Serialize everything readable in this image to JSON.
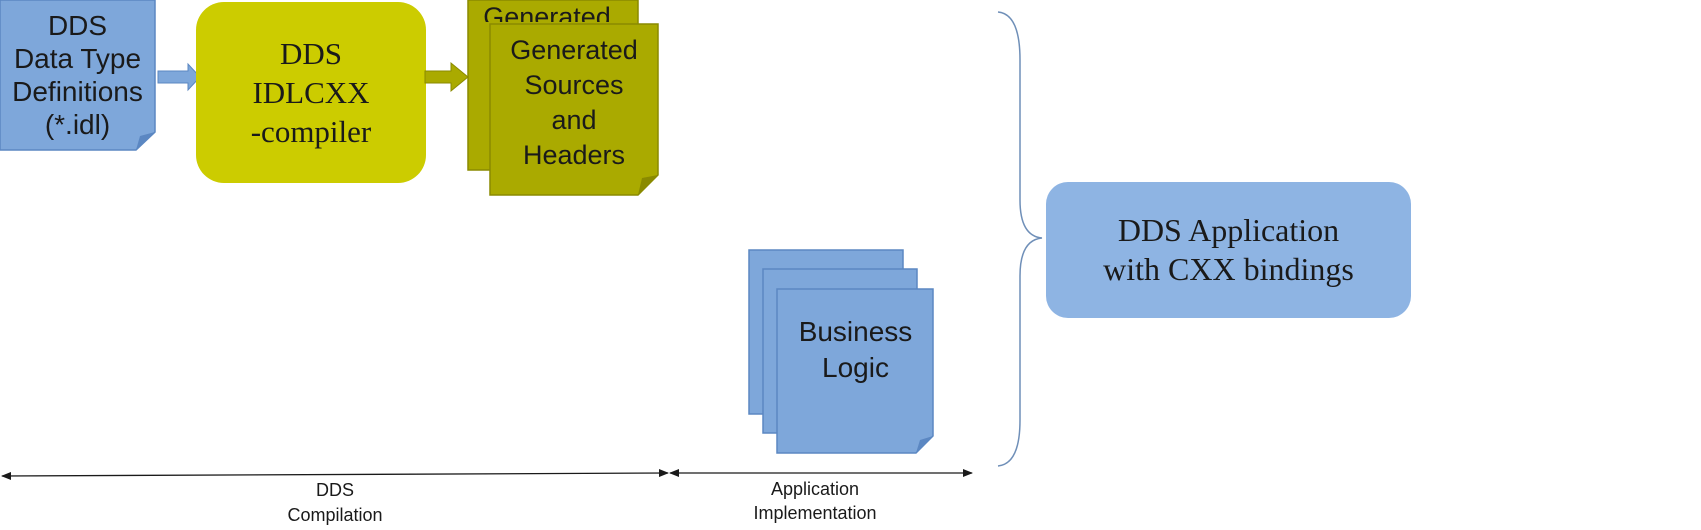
{
  "diagram": {
    "idl_definitions": {
      "lines": [
        "DDS",
        "Data Type",
        "Definitions",
        "(*.idl)"
      ]
    },
    "compiler": {
      "lines": [
        "DDS",
        "IDLCXX",
        "-compiler"
      ]
    },
    "generated_back": {
      "text": "Generated"
    },
    "generated_front": {
      "lines": [
        "Generated",
        "Sources",
        "and",
        "Headers"
      ]
    },
    "business_logic": {
      "lines": [
        "Business",
        "Logic"
      ]
    },
    "application": {
      "lines": [
        "DDS Application",
        "with CXX bindings"
      ]
    },
    "phases": {
      "compilation": [
        "DDS",
        "Compilation"
      ],
      "implementation": [
        "Application",
        "Implementation"
      ]
    },
    "colors": {
      "blue": "#7ea7da",
      "blue_dark": "#5b87c2",
      "yellow": "#cccc00",
      "olive": "#aaaa00",
      "olive_dark": "#8a8a00",
      "app_box": "#8eb4e3",
      "brace": "#6f8fb8"
    }
  }
}
